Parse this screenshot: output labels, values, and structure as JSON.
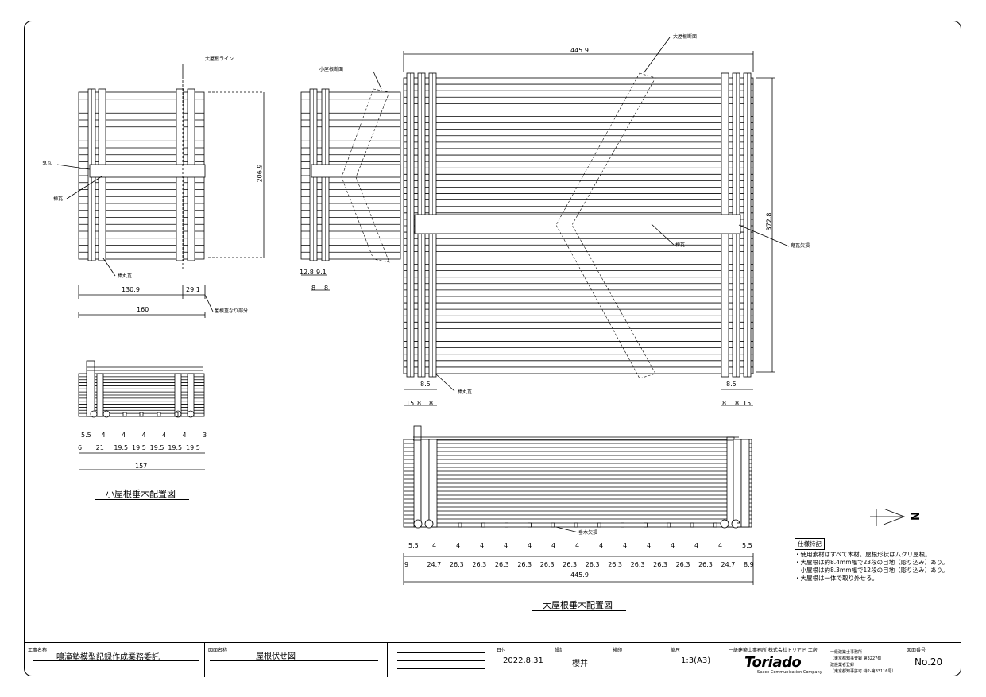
{
  "drawing": {
    "small_roof_title": "小屋根垂木配置図",
    "large_roof_title": "大屋根垂木配置図",
    "labels": {
      "large_roof_line": "大屋根ライン",
      "small_roof_section": "小屋根断面",
      "large_roof_section": "大屋根断面",
      "oni_gawara": "鬼瓦",
      "mune_gawara": "棟瓦",
      "bomaru_gawara_small": "棒丸瓦",
      "bomaru_gawara_large": "棒丸瓦",
      "mune_gawara_large": "棟瓦",
      "oni_gawara_missing": "鬼瓦欠損",
      "taruki_missing": "垂木欠損",
      "roof_overlap": "屋根重なり部分"
    },
    "dims_small_plan": {
      "height": "206.9",
      "width_a": "130.9",
      "width_b": "29.1",
      "total": "160"
    },
    "dims_mid": {
      "a": "12.8",
      "b": "9.1",
      "c": "8",
      "d": "8"
    },
    "dims_large_plan": {
      "width": "445.9",
      "height": "372.8",
      "left_top": "8.5",
      "left_bottom": [
        "15",
        "8",
        "8"
      ],
      "right_top": "8.5",
      "right_bottom": [
        "8",
        "8",
        "15"
      ]
    },
    "dims_small_elev": {
      "top": [
        "5.5",
        "4",
        "4",
        "4",
        "4",
        "4",
        "3"
      ],
      "bottom": [
        "6",
        "21",
        "19.5",
        "19.5",
        "19.5",
        "19.5",
        "19.5"
      ],
      "total": "157"
    },
    "dims_large_elev": {
      "top": [
        "5.5",
        "4",
        "4",
        "4",
        "4",
        "4",
        "4",
        "4",
        "4",
        "4",
        "4",
        "4",
        "4",
        "4",
        "5.5"
      ],
      "bottom": [
        "9",
        "24.7",
        "26.3",
        "26.3",
        "26.3",
        "26.3",
        "26.3",
        "26.3",
        "26.3",
        "26.3",
        "26.3",
        "26.3",
        "26.3",
        "26.3",
        "24.7",
        "8.9"
      ],
      "total": "445.9"
    },
    "north": "N"
  },
  "spec": {
    "heading": "仕様特記",
    "lines": [
      "・使用素材はすべて木材。屋根形状はムクリ屋根。",
      "・大屋根は約8.4mm幅で23段の目地（彫り込み）あり。",
      "　小屋根は約8.3mm幅で12段の目地（彫り込み）あり。",
      "・大屋根は一体で取り外せる。"
    ]
  },
  "title_block": {
    "project_label": "工事名称",
    "project": "鳴滝塾模型記録作成業務委託",
    "drawing_label": "図面名称",
    "drawing": "屋根伏せ図",
    "date_label": "日付",
    "date": "2022.8.31",
    "designer_label": "設計",
    "designer": "櫻井",
    "check_label": "検印",
    "scale_label": "縮尺",
    "scale": "1:3(A3)",
    "office": "一級建築士事務所 株式会社トリアド 工房",
    "logo": "Toriado",
    "logo_sub": "Space Communication Company",
    "reg1": "一級建築士事務所",
    "reg2": "（東京都知事登録 第32276）",
    "reg3": "建設業者登録",
    "reg4": "（東京都知事許可 特2-第83116号）",
    "number_label": "図面番号",
    "number": "No.20"
  }
}
